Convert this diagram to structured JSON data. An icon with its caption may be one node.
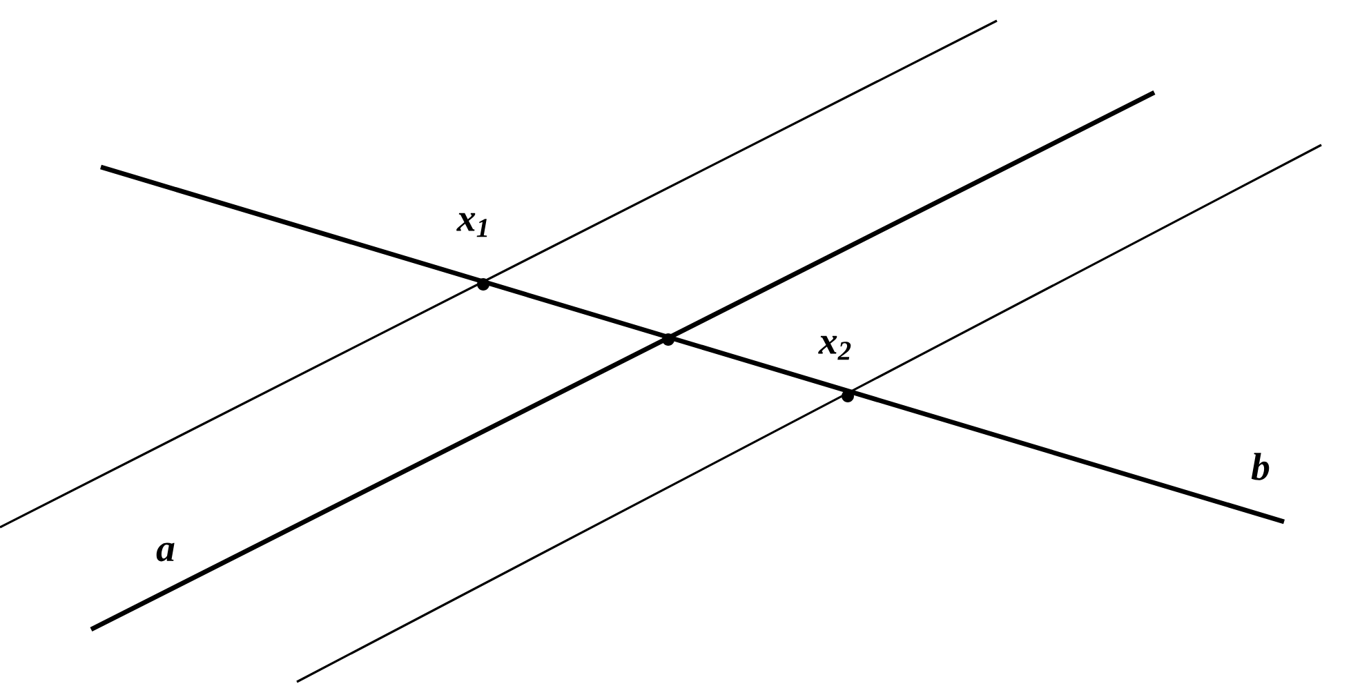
{
  "diagram": {
    "labels": [
      "x$_{1}$",
      "x$_{2}$",
      "a",
      "b"
    ]
  }
}
